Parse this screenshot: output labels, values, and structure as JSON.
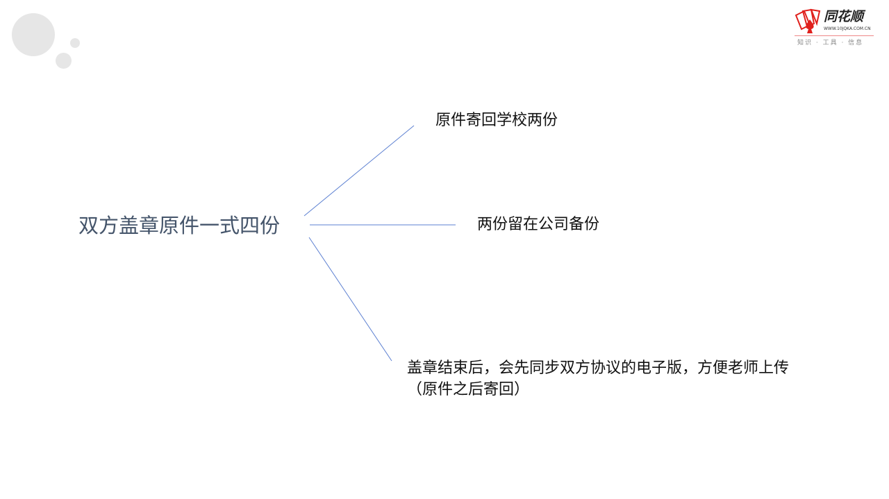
{
  "logo": {
    "name": "同花顺",
    "url": "WWW.10JQKA.COM.CN",
    "tagline": "知识 · 工具 · 信息"
  },
  "mindmap": {
    "root": "双方盖章原件一式四份",
    "branches": [
      {
        "line1": "原件寄回学校两份"
      },
      {
        "line1": "两份留在公司备份"
      },
      {
        "line1": "盖章结束后，会先同步双方协议的电子版，方便老师上传",
        "line2": "（原件之后寄回）"
      }
    ]
  },
  "colors": {
    "line": "#5b7fd1",
    "root": "#44546a",
    "logo_red": "#e0201c"
  }
}
